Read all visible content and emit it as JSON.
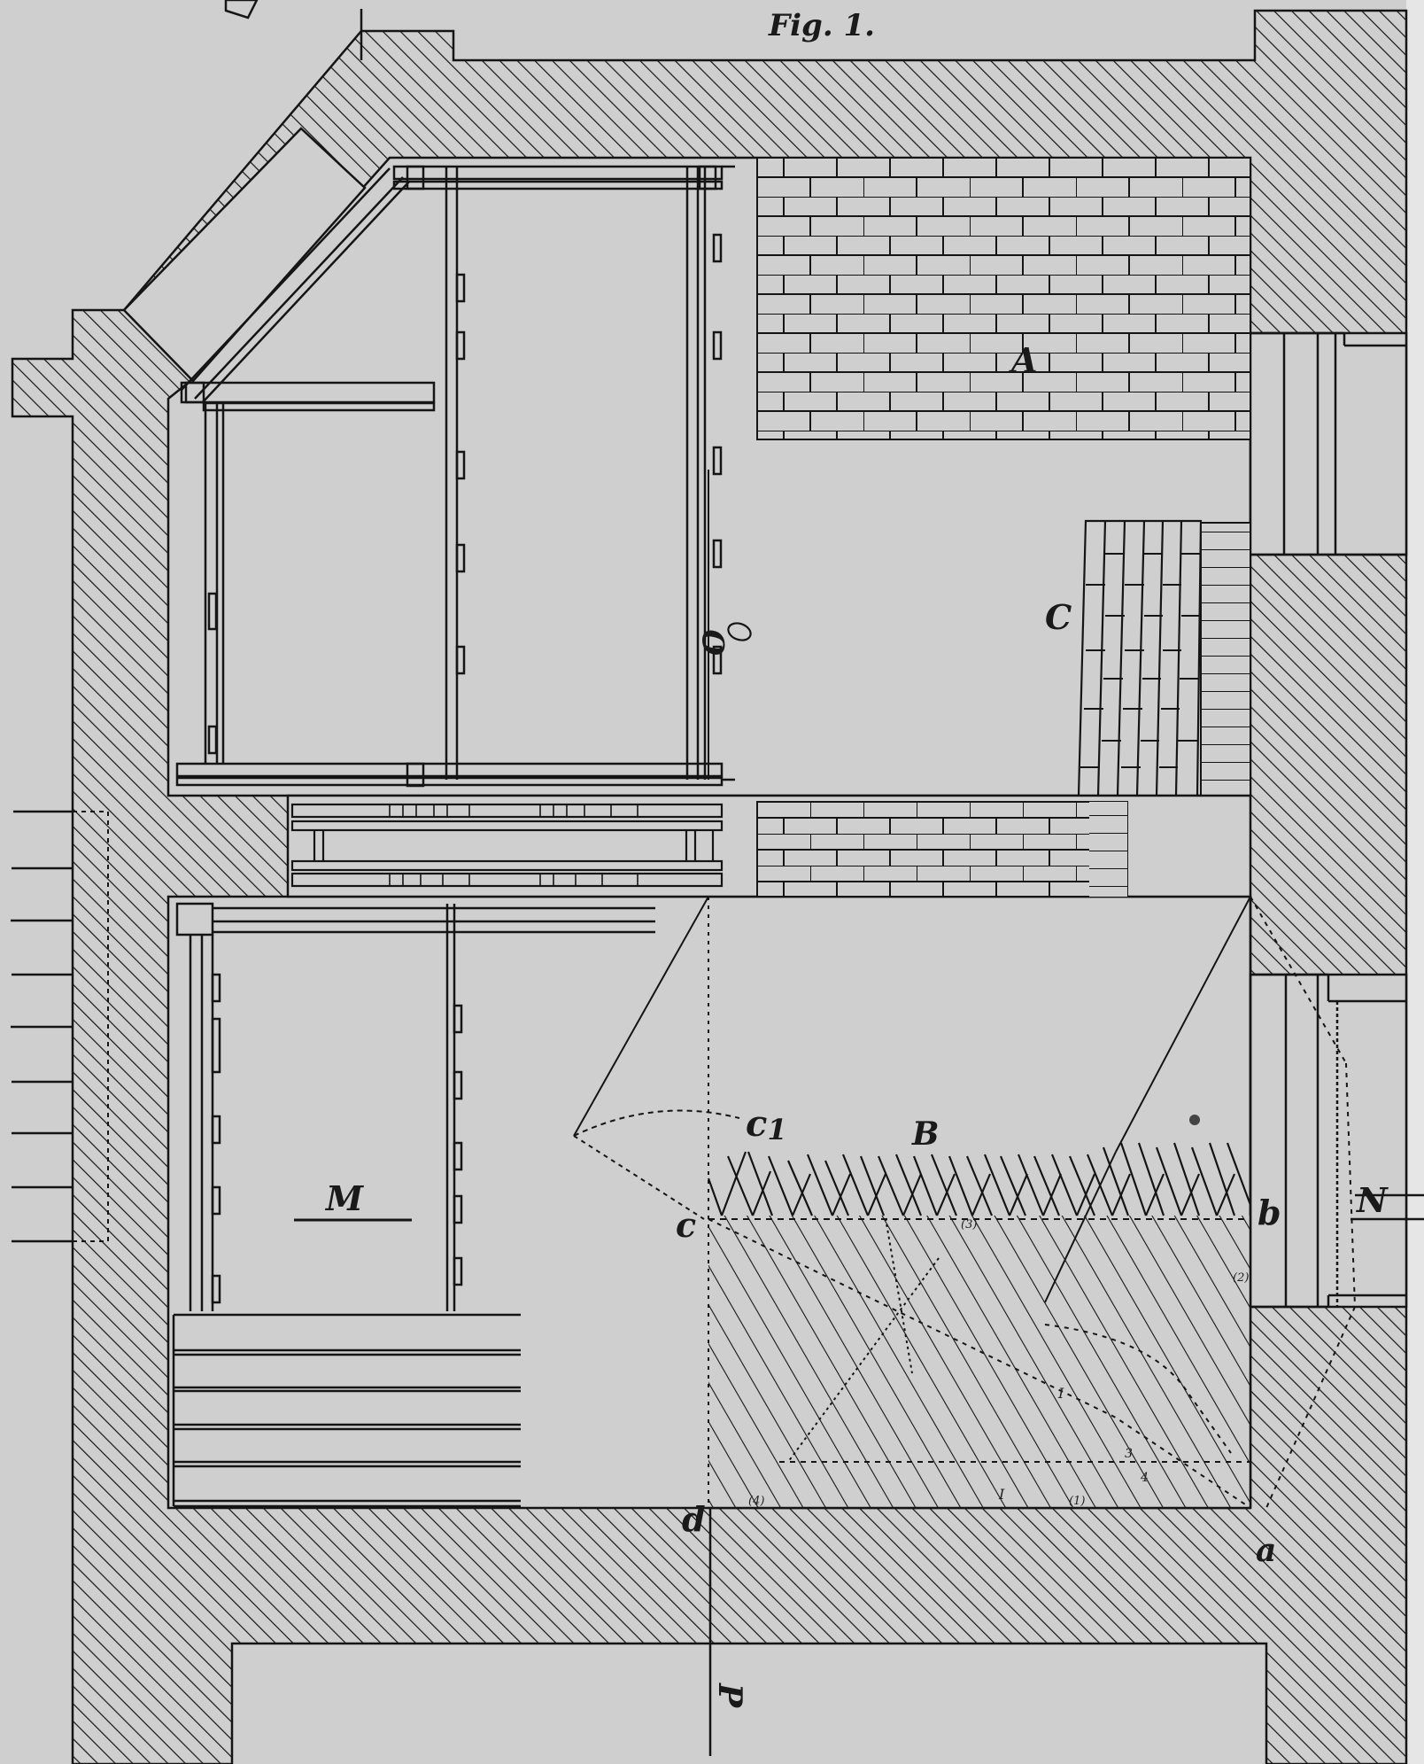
{
  "figure": {
    "title": "Fig. 1.",
    "background": "#cfcfcf",
    "ink": "#151515"
  },
  "labels": {
    "A": "A",
    "B": "B",
    "C": "C",
    "M": "M",
    "N": "N",
    "O": "O",
    "P": "P",
    "a": "a",
    "b": "b",
    "c": "c",
    "c1": "c",
    "c1_sub": "1",
    "d": "d"
  },
  "annotations": {
    "n1": "(1)",
    "n2": "(2)",
    "n3": "(3)",
    "n4": "(4)",
    "roman1": "I",
    "roman2": "I",
    "arrow_num": "3",
    "arrow_num2": "4"
  },
  "regions": [
    {
      "id": "A",
      "description": "running bond brick floor"
    },
    {
      "id": "B",
      "description": "herringbone floor pattern"
    },
    {
      "id": "C",
      "description": "inclined brick pattern"
    },
    {
      "id": "M",
      "description": "room with shelving"
    },
    {
      "id": "N",
      "description": "doorway opening east"
    },
    {
      "id": "O",
      "description": "room with timber framework"
    },
    {
      "id": "P",
      "description": "section line south"
    }
  ]
}
